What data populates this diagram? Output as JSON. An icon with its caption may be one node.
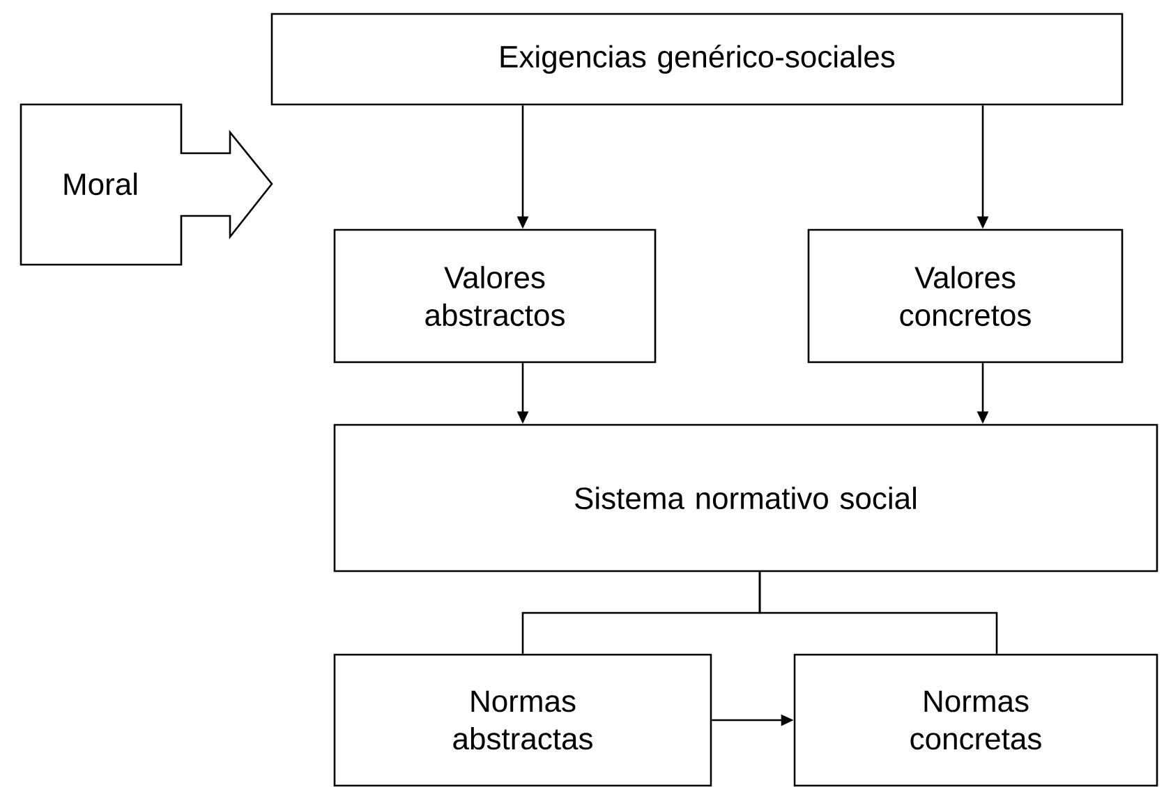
{
  "diagram": {
    "nodes": [
      {
        "text": [
          "Moral"
        ]
      },
      {
        "text": [
          "Exigencias genérico-sociales"
        ]
      },
      {
        "text": [
          "Valores abstractos"
        ]
      },
      {
        "text": [
          "Valores concretos"
        ]
      },
      {
        "text": [
          "Sistema normativo social"
        ]
      },
      {
        "text": [
          "Normas abstractas"
        ]
      },
      {
        "text": [
          "Normas concretas"
        ]
      }
    ],
    "edges": [
      {
        "from": 1,
        "to": 2,
        "arrow": "to"
      },
      {
        "from": 1,
        "to": 3,
        "arrow": "to"
      },
      {
        "from": 2,
        "to": 4,
        "arrow": "to"
      },
      {
        "from": 3,
        "to": 4,
        "arrow": "to"
      },
      {
        "from": 4,
        "to": 5,
        "arrow": "none"
      },
      {
        "from": 4,
        "to": 6,
        "arrow": "none"
      },
      {
        "from": 5,
        "to": 6,
        "arrow": "to"
      }
    ]
  }
}
